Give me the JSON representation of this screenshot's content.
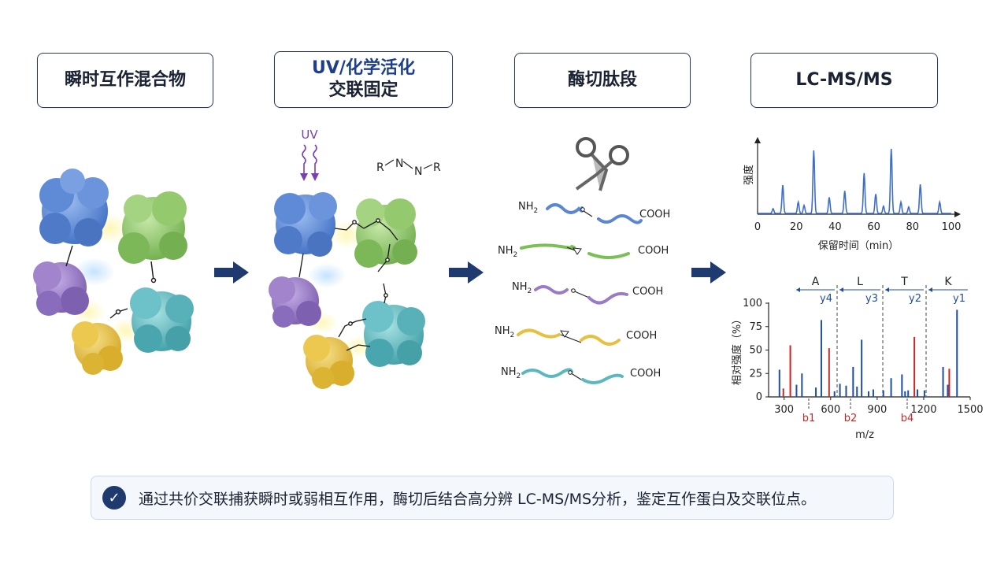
{
  "stages": {
    "s1": "瞬时互作混合物",
    "s2_line1": "UV/化学活化",
    "s2_line2": "交联固定",
    "s3": "酶切肽段",
    "s4": "LC-MS/MS"
  },
  "uv_label": "UV",
  "reagent": {
    "r_left": "R",
    "n1": "N",
    "n2": "N",
    "r_right": "R"
  },
  "peptides": {
    "n_term": "NH",
    "n_sub": "2",
    "c_term": "COOH"
  },
  "colors": {
    "accent": "#1e3a6e",
    "protein_blue": "#5b86d4",
    "protein_green": "#8cc46a",
    "protein_purple": "#9a7bc4",
    "protein_yellow": "#e6c040",
    "protein_teal": "#5cb8bf",
    "uv_purple": "#7a3fb0",
    "red_ion": "#c62828",
    "blue_ion": "#1f4e9c"
  },
  "chromatogram": {
    "ylabel": "强度",
    "xlabel": "保留时间（min）",
    "xticks": [
      "0",
      "20",
      "40",
      "60",
      "80",
      "100"
    ],
    "xlim": [
      0,
      100
    ],
    "peaks": [
      {
        "x": 8,
        "h": 0.06
      },
      {
        "x": 13,
        "h": 0.35
      },
      {
        "x": 21,
        "h": 0.14
      },
      {
        "x": 24,
        "h": 0.1
      },
      {
        "x": 29,
        "h": 0.78
      },
      {
        "x": 37,
        "h": 0.2
      },
      {
        "x": 45,
        "h": 0.28
      },
      {
        "x": 55,
        "h": 0.5
      },
      {
        "x": 61,
        "h": 0.24
      },
      {
        "x": 65,
        "h": 0.09
      },
      {
        "x": 69,
        "h": 0.8
      },
      {
        "x": 74,
        "h": 0.14
      },
      {
        "x": 78,
        "h": 0.08
      },
      {
        "x": 84,
        "h": 0.36
      },
      {
        "x": 94,
        "h": 0.14
      }
    ]
  },
  "chart_data": {
    "type": "bar",
    "xlabel": "m/z",
    "ylabel": "相对强度（%）",
    "xlim": [
      200,
      1500
    ],
    "ylim": [
      0,
      100
    ],
    "xticks": [
      "300",
      "600",
      "900",
      "1200",
      "1500"
    ],
    "yticks": [
      "0",
      "25",
      "50",
      "75",
      "100"
    ],
    "residues": [
      "A",
      "L",
      "T",
      "K"
    ],
    "y_ions": [
      "y4",
      "y3",
      "y2",
      "y1"
    ],
    "b_ions": [
      "b1",
      "b2",
      "b4"
    ],
    "series": [
      {
        "name": "b",
        "color": "#c62828",
        "x": [
          295,
          340,
          590,
          1140,
          1365
        ],
        "values": [
          9,
          55,
          52,
          64,
          30
        ]
      },
      {
        "name": "y",
        "color": "#1f4e9c",
        "x": [
          270,
          380,
          415,
          505,
          540,
          625,
          660,
          700,
          745,
          770,
          800,
          845,
          875,
          940,
          990,
          1060,
          1080,
          1100,
          1160,
          1205,
          1325,
          1355,
          1415
        ],
        "values": [
          29,
          13,
          25,
          10,
          82,
          6,
          14,
          12,
          32,
          11,
          61,
          6,
          8,
          7,
          20,
          24,
          6,
          7,
          8,
          7,
          32,
          13,
          93
        ]
      }
    ]
  },
  "footer": "通过共价交联捕获瞬时或弱相互作用，酶切后结合高分辨 LC-MS/MS分析，鉴定互作蛋白及交联位点。"
}
